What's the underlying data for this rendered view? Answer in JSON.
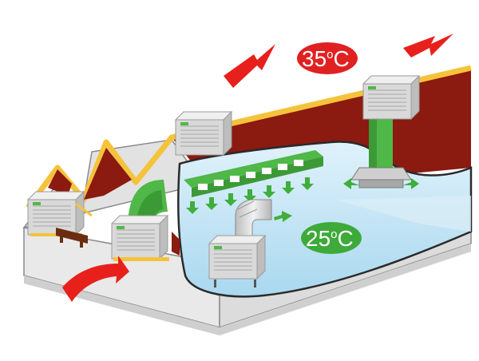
{
  "labels": {
    "outdoor_temp_value": "35",
    "outdoor_temp_degree": "o",
    "outdoor_temp_unit": "C",
    "indoor_temp_value": "25",
    "indoor_temp_degree": "o",
    "indoor_temp_unit": "C"
  },
  "colors": {
    "roof": "#8b1a10",
    "roof_trim": "#f5c33b",
    "hot_arrow": "#e8201c",
    "hot_badge": "#e02121",
    "cool_badge": "#3daa3a",
    "duct_green": "#4fb848",
    "airflow_arrow": "#3fae3c",
    "cool_zone": "#bfe3f5",
    "wall": "#e9e9e9",
    "cooler_body": "#d9d9d9"
  },
  "icons": [
    "hot-air-arrow-icon",
    "cool-air-arrow-icon",
    "air-cooler-unit-icon",
    "air-duct-icon"
  ]
}
